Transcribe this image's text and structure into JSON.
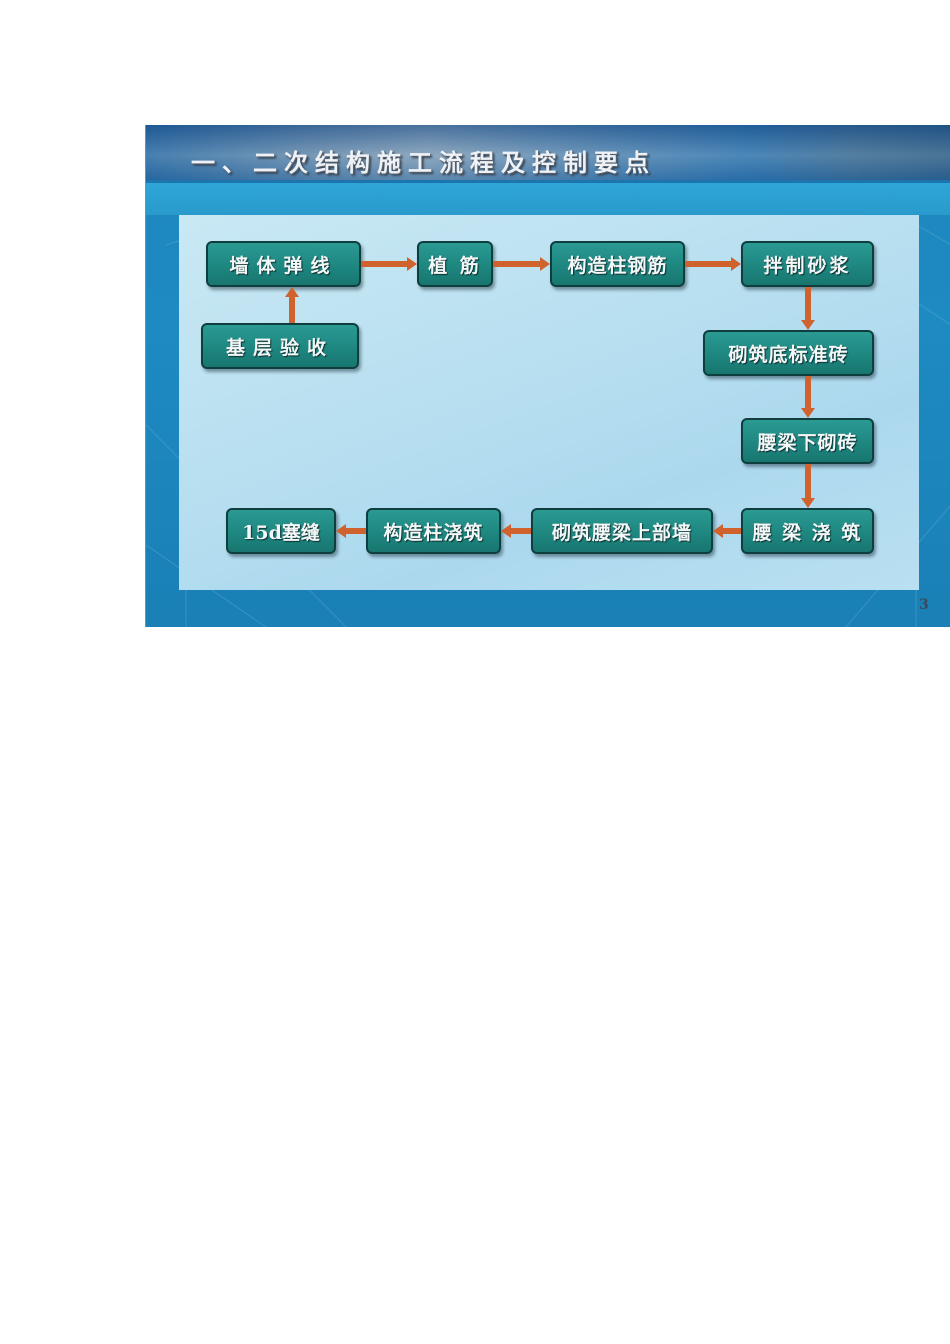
{
  "slide": {
    "title": "一、二次结构施工流程及控制要点",
    "page_number": "3",
    "colors": {
      "background_blue": "#1d8ac2",
      "panel_light": "#b7dff0",
      "box_teal": "#1e8780",
      "arrow_orange": "#d0622e",
      "text_white": "#f4f7f7"
    }
  },
  "flowchart": {
    "nodes": [
      {
        "id": "n1",
        "label": "墙体弹线"
      },
      {
        "id": "n0",
        "label": "基层验收"
      },
      {
        "id": "n2",
        "label": "植 筋"
      },
      {
        "id": "n3",
        "label": "构造柱钢筋"
      },
      {
        "id": "n4",
        "label": "拌制砂浆"
      },
      {
        "id": "n5",
        "label": "砌筑底标准砖"
      },
      {
        "id": "n6",
        "label": "腰梁下砌砖"
      },
      {
        "id": "n7",
        "label": "腰 梁 浇 筑"
      },
      {
        "id": "n8",
        "label": "砌筑腰梁上部墙"
      },
      {
        "id": "n9",
        "label": "构造柱浇筑"
      },
      {
        "id": "n10",
        "label": "15d塞缝"
      }
    ],
    "edges": [
      {
        "from": "基层验收",
        "to": "墙体弹线"
      },
      {
        "from": "墙体弹线",
        "to": "植筋"
      },
      {
        "from": "植筋",
        "to": "构造柱钢筋"
      },
      {
        "from": "构造柱钢筋",
        "to": "拌制砂浆"
      },
      {
        "from": "拌制砂浆",
        "to": "砌筑底标准砖"
      },
      {
        "from": "砌筑底标准砖",
        "to": "腰梁下砌砖"
      },
      {
        "from": "腰梁下砌砖",
        "to": "腰梁浇筑"
      },
      {
        "from": "腰梁浇筑",
        "to": "砌筑腰梁上部墙"
      },
      {
        "from": "砌筑腰梁上部墙",
        "to": "构造柱浇筑"
      },
      {
        "from": "构造柱浇筑",
        "to": "15d塞缝"
      }
    ]
  }
}
